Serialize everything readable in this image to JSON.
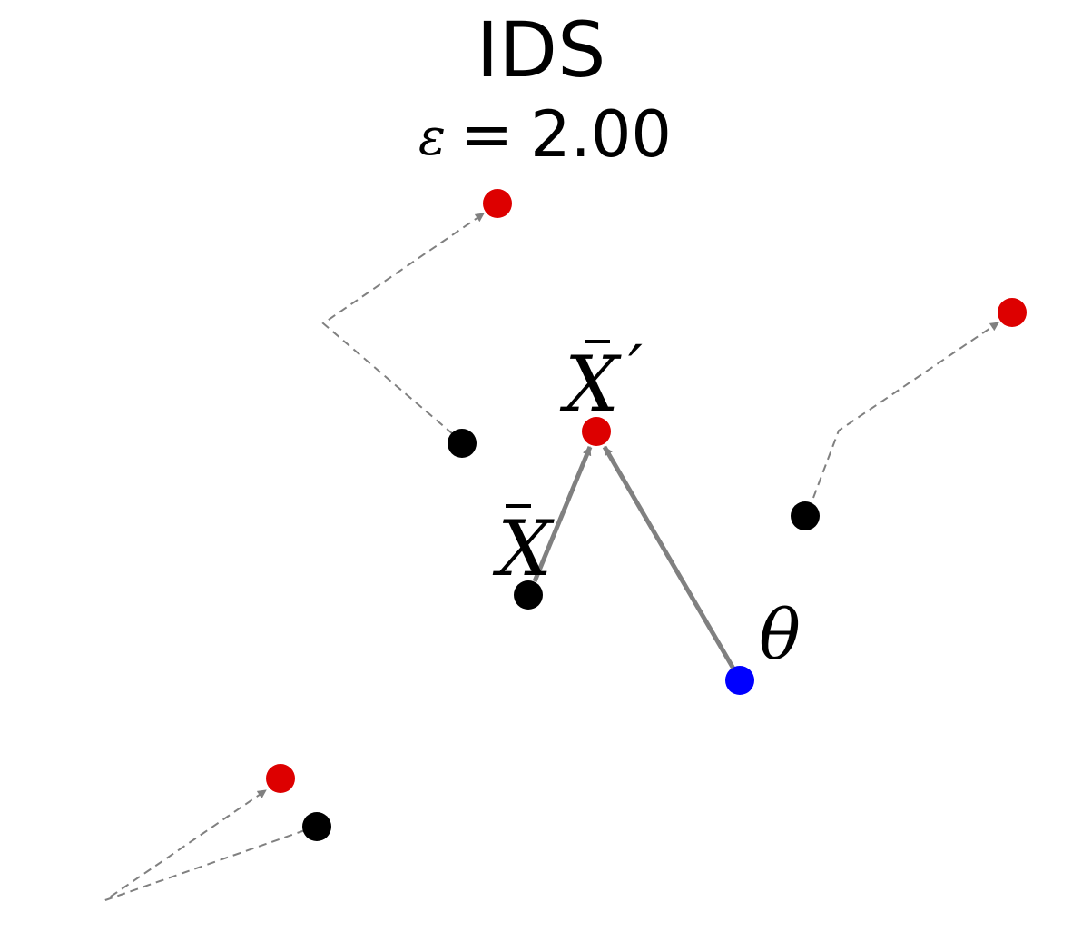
{
  "title": "IDS",
  "subtitle": {
    "symbol": "ε",
    "equals": "=",
    "value": "2.00"
  },
  "labels": {
    "mean": "X",
    "mean_shifted": "X",
    "mean_shifted_prime": "′",
    "theta": "θ"
  },
  "colors": {
    "original_point": "#000000",
    "shifted_point": "#dd0000",
    "theta_point": "#0000ff",
    "arrow": "#808080"
  }
}
